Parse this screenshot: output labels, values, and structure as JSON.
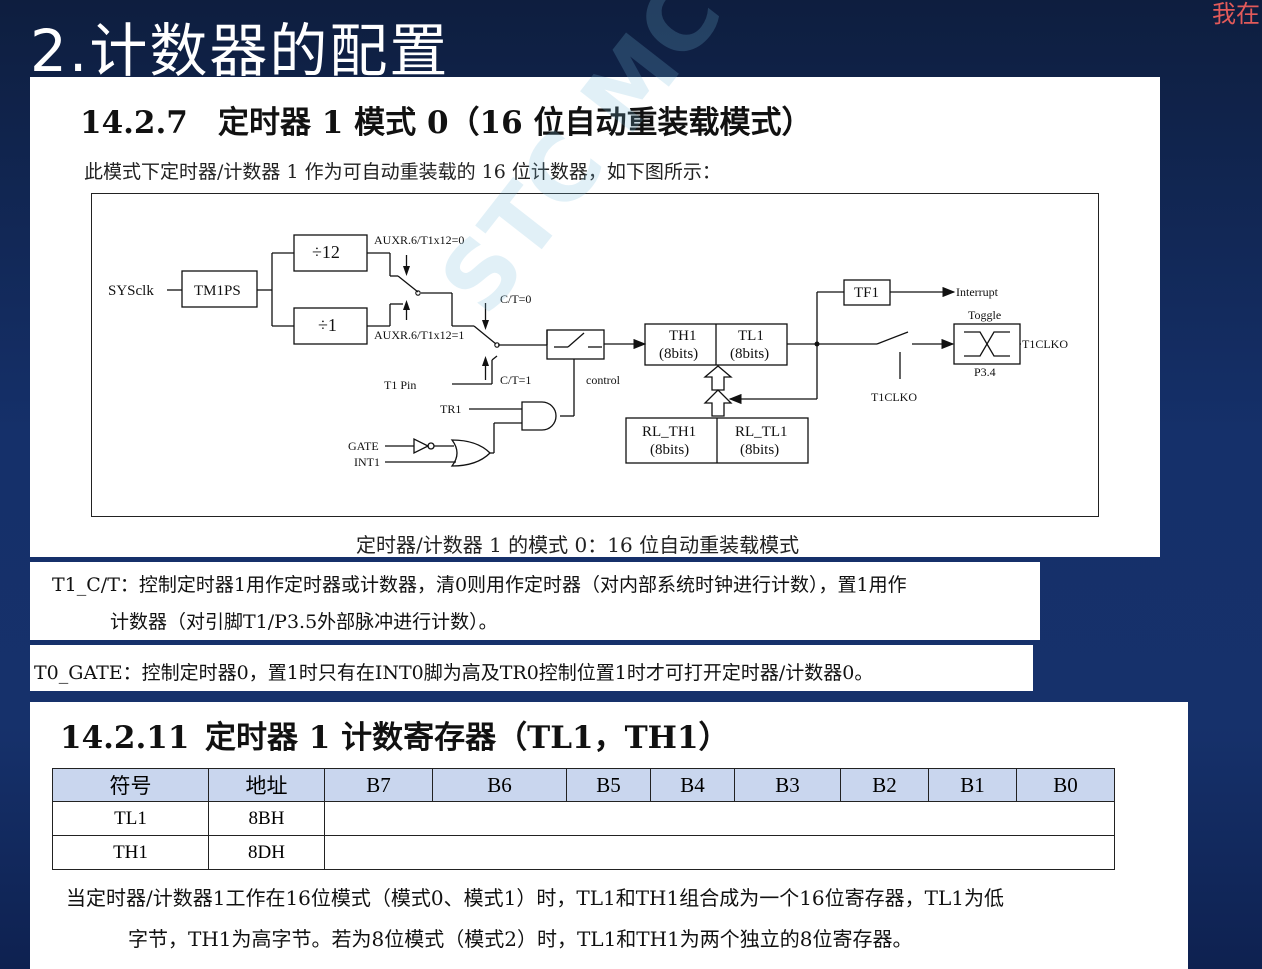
{
  "slide": {
    "title": "2.计数器的配置",
    "corner_text": "我在"
  },
  "section1": {
    "number": "14.2.7",
    "title": "定时器 1 模式 0（16 位自动重装载模式）",
    "intro": "此模式下定时器/计数器 1 作为可自动重装载的 16 位计数器，如下图所示：",
    "caption": "定时器/计数器 1 的模式 0：16 位自动重装载模式"
  },
  "diagram": {
    "watermark": "STC MCU",
    "sysclk": "SYSclk",
    "tm1ps": "TM1PS",
    "div12": "÷12",
    "div1": "÷1",
    "auxr_0": "AUXR.6/T1x12=0",
    "auxr_1": "AUXR.6/T1x12=1",
    "ct0": "C/T=0",
    "ct1": "C/T=1",
    "t1pin": "T1 Pin",
    "control": "control",
    "tr1": "TR1",
    "gate": "GATE",
    "int1": "INT1",
    "th1": "TH1",
    "tl1": "TL1",
    "bits8": "(8bits)",
    "rl_th1": "RL_TH1",
    "rl_tl1": "RL_TL1",
    "tf1": "TF1",
    "interrupt": "Interrupt",
    "toggle": "Toggle",
    "t1clko_out": "T1CLKO",
    "p34": "P3.4",
    "t1clko_ctrl": "T1CLKO"
  },
  "note1": {
    "line1": "T1_C/T：控制定时器1用作定时器或计数器，清0则用作定时器（对内部系统时钟进行计数），置1用作",
    "line2": "计数器（对引脚T1/P3.5外部脉冲进行计数）。"
  },
  "note2": {
    "line1": "T0_GATE：控制定时器0，置1时只有在INT0脚为高及TR0控制位置1时才可打开定时器/计数器0。"
  },
  "section2": {
    "number": "14.2.11",
    "title": "定时器 1 计数寄存器（TL1，TH1）",
    "table": {
      "headers": [
        "符号",
        "地址",
        "B7",
        "B6",
        "B5",
        "B4",
        "B3",
        "B2",
        "B1",
        "B0"
      ],
      "rows": [
        {
          "symbol": "TL1",
          "address": "8BH"
        },
        {
          "symbol": "TH1",
          "address": "8DH"
        }
      ]
    },
    "desc_line1": "当定时器/计数器1工作在16位模式（模式0、模式1）时，TL1和TH1组合成为一个16位寄存器，TL1为低",
    "desc_line2": "字节，TH1为高字节。若为8位模式（模式2）时，TL1和TH1为两个独立的8位寄存器。"
  }
}
